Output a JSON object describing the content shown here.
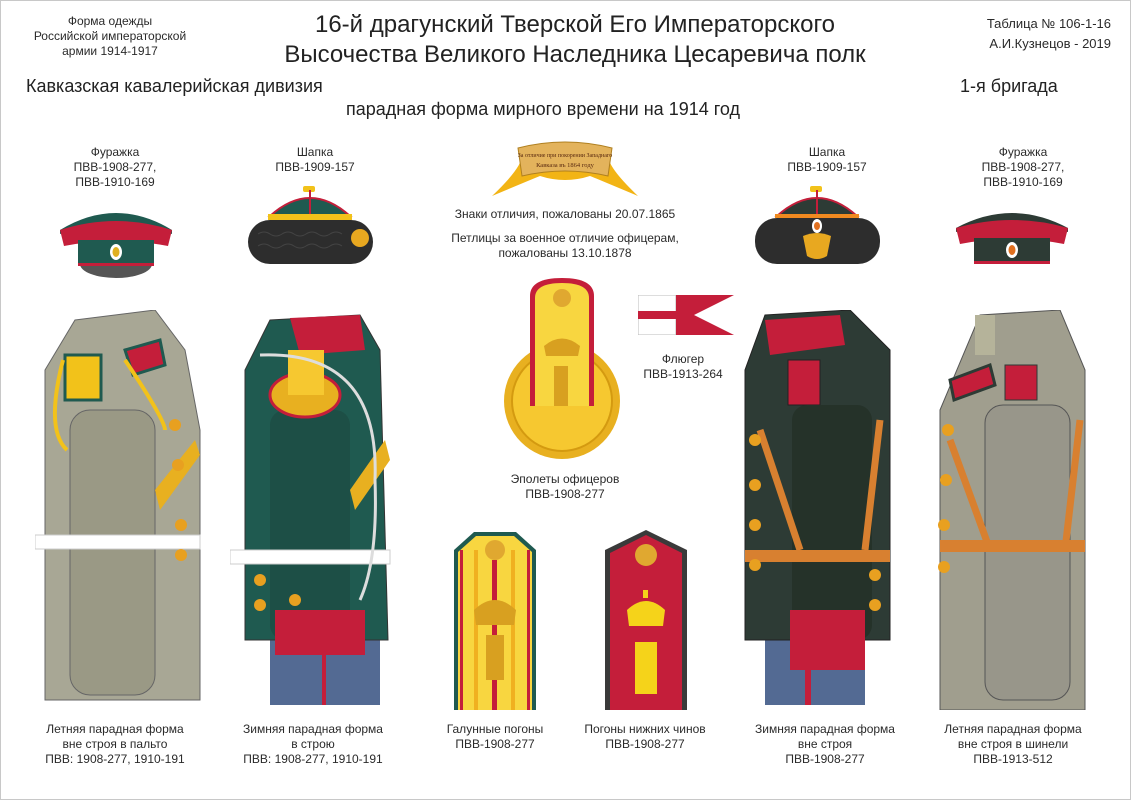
{
  "header": {
    "left_note": [
      "Форма одежды",
      "Российской императорской",
      "армии  1914-1917"
    ],
    "title_lines": [
      "16-й драгунский Тверской Его Императорского",
      "Высочества Великого Наследника Цесаревича полк"
    ],
    "right_note": [
      "Таблица № 106-1-16",
      "А.И.Кузнецов - 2019"
    ],
    "division": "Кавказская кавалерийская дивизия",
    "brigade": "1-я бригада",
    "subtitle": "парадная форма мирного времени на 1914 год"
  },
  "headgear": [
    {
      "name": "Фуражка",
      "refs": [
        "ПВВ-1908-277,",
        "ПВВ-1910-169"
      ],
      "icon": "officer-cap-icon"
    },
    {
      "name": "Шапка",
      "refs": [
        "ПВВ-1909-157"
      ],
      "icon": "fur-hat-icon"
    },
    {
      "name": "Шапка",
      "refs": [
        "ПВВ-1909-157"
      ],
      "icon": "fur-hat-eagle-icon"
    },
    {
      "name": "Фуражка",
      "refs": [
        "ПВВ-1908-277,",
        "ПВВ-1910-169"
      ],
      "icon": "lower-rank-cap-icon"
    }
  ],
  "distinctions": {
    "ribbon_text": [
      "За отличие при покорении Западнаго",
      "Кавказа въ 1864 году"
    ],
    "badges_caption": "Знаки отличия, пожалованы 20.07.1865",
    "buttonholes_caption": [
      "Петлицы за военное отличие офицерам,",
      "пожалованы  13.10.1878"
    ]
  },
  "epaulette": {
    "caption": [
      "Эполеты офицеров",
      "ПВВ-1908-277"
    ]
  },
  "pennant": {
    "caption": [
      "Флюгер",
      "ПВВ-1913-264"
    ]
  },
  "figures": [
    {
      "caption": [
        "Летняя парадная форма",
        "вне строя в пальто",
        "ПВВ: 1908-277, 1910-191"
      ]
    },
    {
      "caption": [
        "Зимняя парадная форма",
        "в строю",
        "ПВВ: 1908-277, 1910-191"
      ]
    },
    {
      "caption": [
        "Галунные погоны",
        "ПВВ-1908-277"
      ]
    },
    {
      "caption": [
        "Погоны нижних чинов",
        "ПВВ-1908-277"
      ]
    },
    {
      "caption": [
        "Зимняя парадная форма",
        "вне строя",
        "ПВВ-1908-277"
      ]
    },
    {
      "caption": [
        "Летняя парадная форма",
        "вне строя в шинели",
        "ПВВ-1913-512"
      ]
    }
  ],
  "colors": {
    "crimson": "#c41e3a",
    "dark_green": "#1f5a50",
    "lower_green": "#2d3b35",
    "gold": "#f2c21a",
    "khaki": "#a8a795",
    "trousers": "#536a93"
  }
}
